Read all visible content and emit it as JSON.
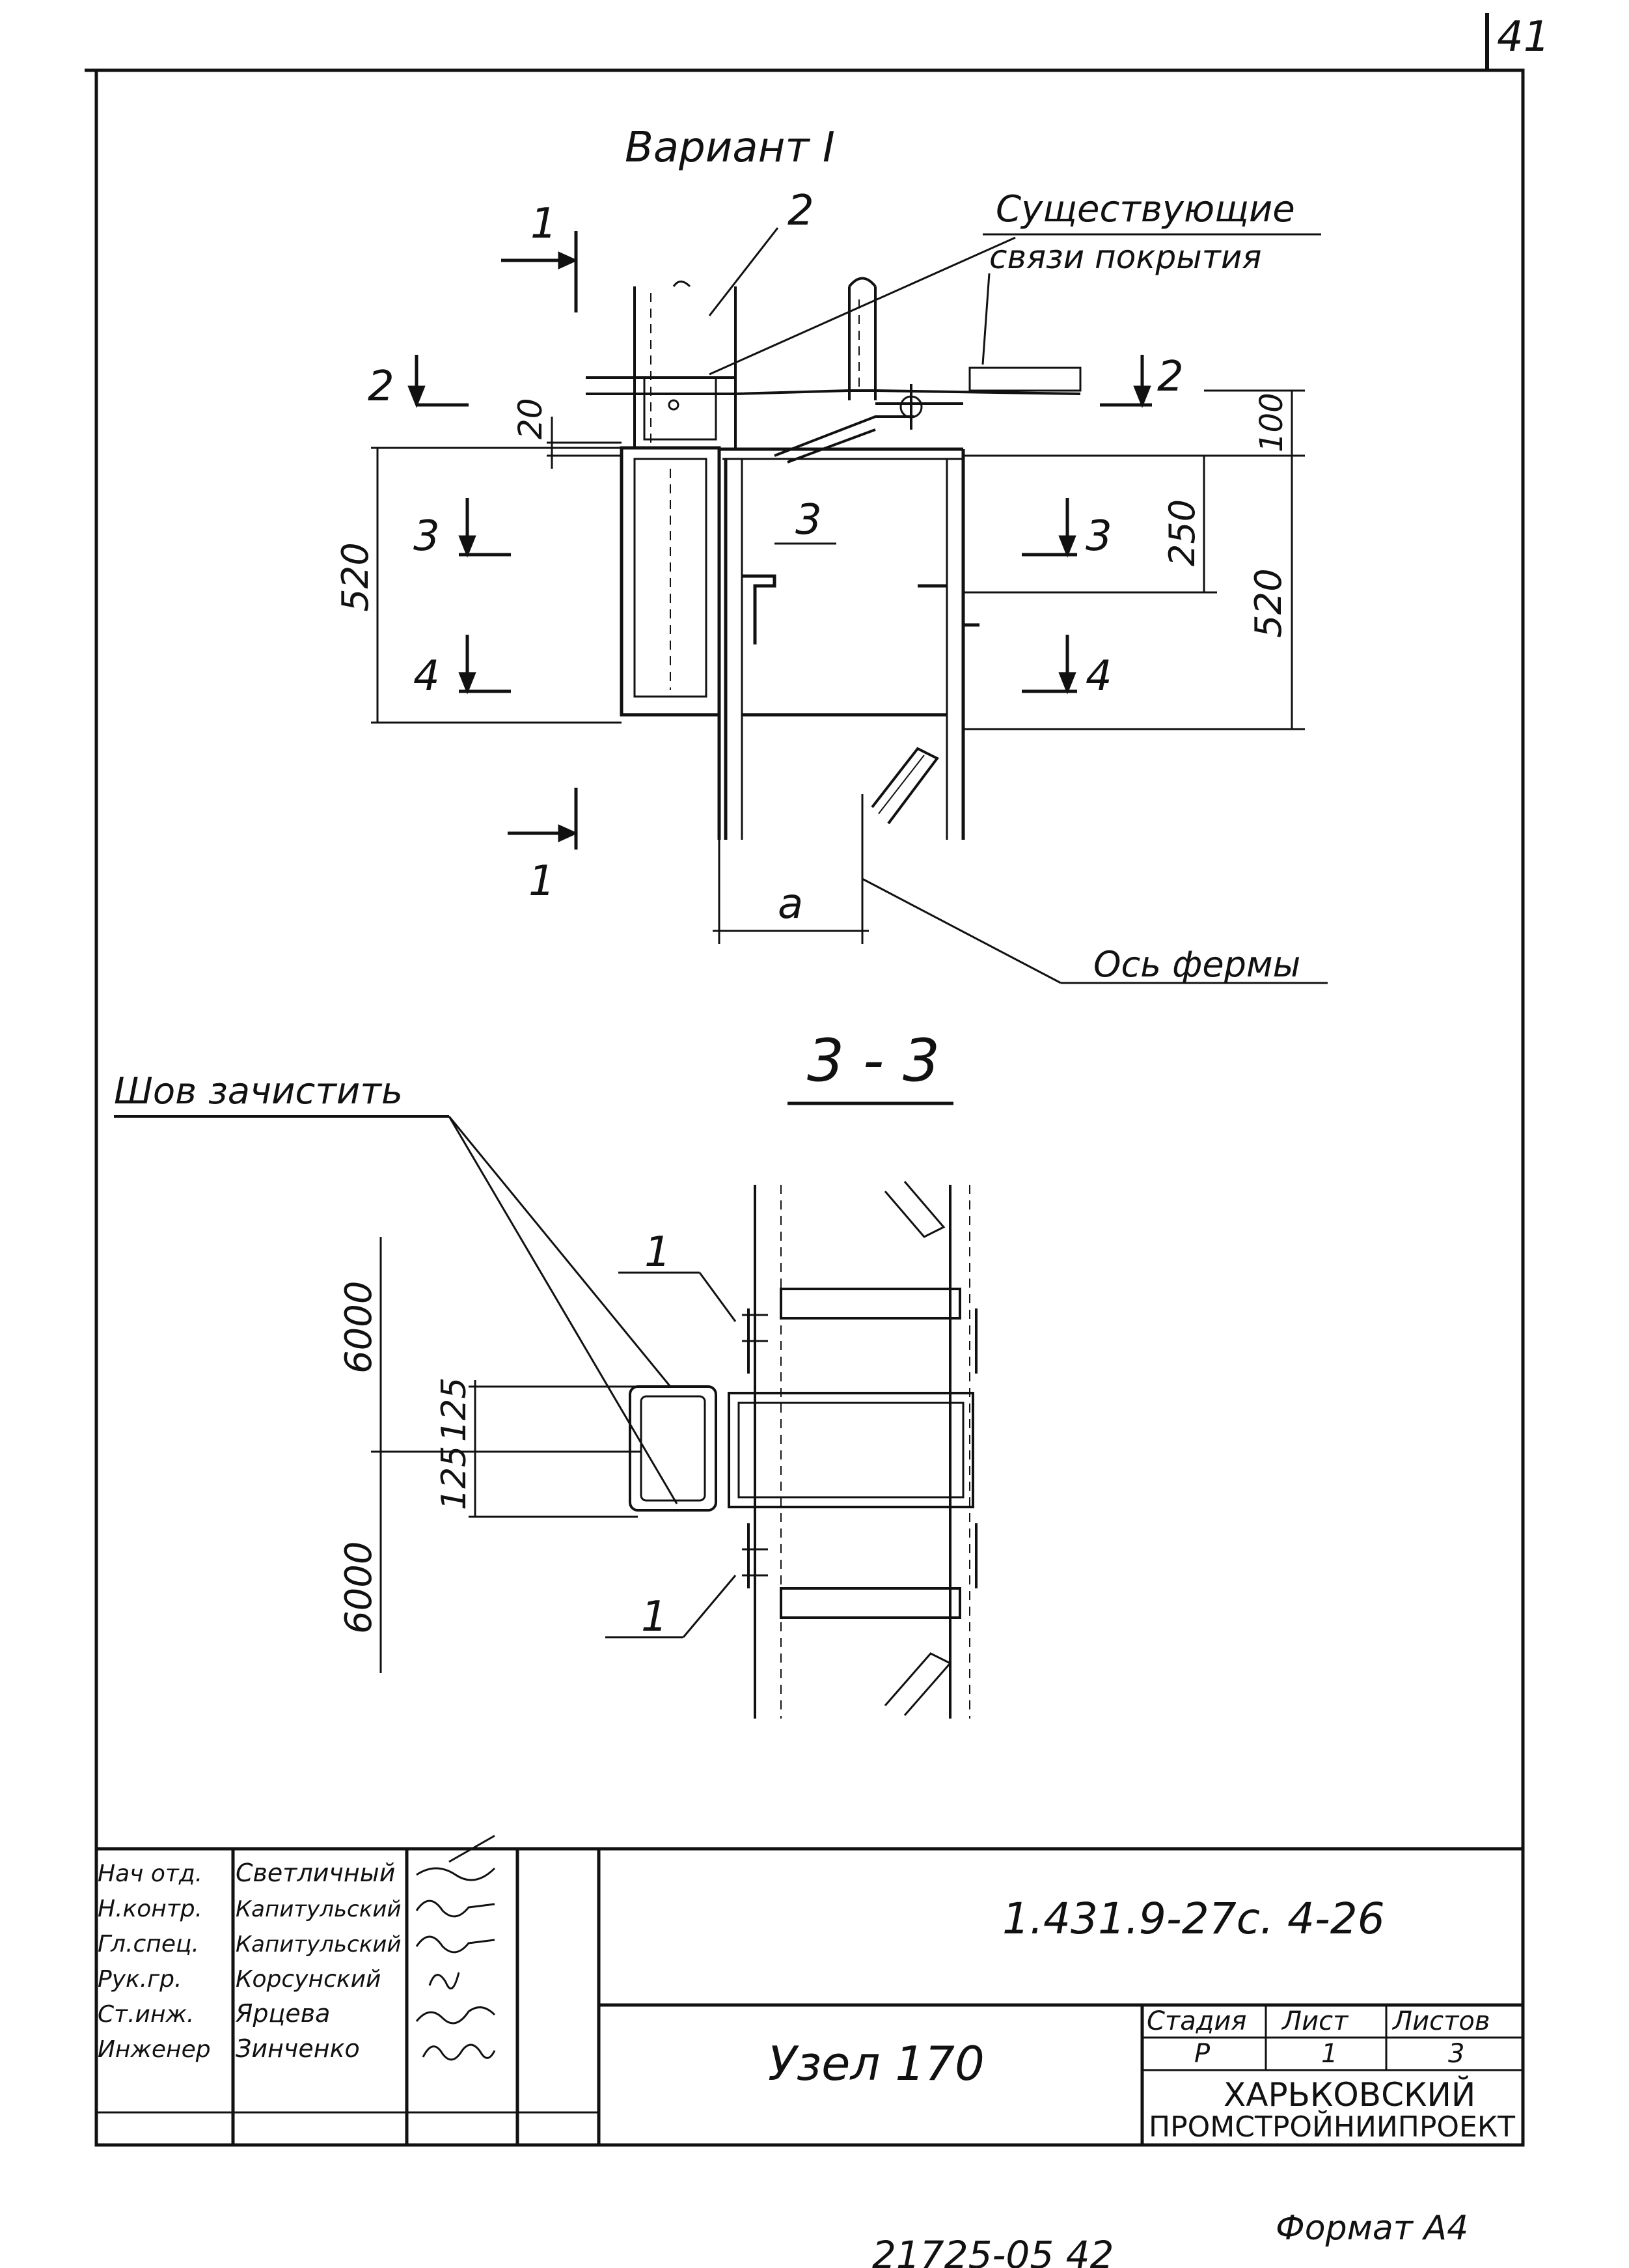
{
  "page_number": "41",
  "variant_title": "Вариант I",
  "existing_bracing_line1": "Существующие",
  "existing_bracing_line2": "связи покрытия",
  "truss_axis": "Ось фермы",
  "section_title": "3 - 3",
  "weld_note": "Шов зачистить",
  "dimensions": {
    "d20": "20",
    "d100": "100",
    "d250": "250",
    "d520_left": "520",
    "d520_right": "520",
    "d6000_top": "6000",
    "d6000_bottom": "6000",
    "d125_top": "125",
    "d125_bottom": "125",
    "a": "a"
  },
  "callouts": {
    "c1_top": "1",
    "c1_bottom": "1",
    "c2_top_left": "2",
    "c2_right": "2",
    "c2_label": "2",
    "c3_left": "3",
    "c3_right": "3",
    "c3_label": "3",
    "c4_left": "4",
    "c4_right": "4",
    "s1_top": "1",
    "s1_bottom": "1"
  },
  "title_block": {
    "roles": [
      "Нач отд.",
      "Н.контр.",
      "Гл.спец.",
      "Рук.гр.",
      "Ст.инж.",
      "Инженер"
    ],
    "names": [
      "Светличный",
      "Капитульский",
      "Капитульский",
      "Корсунский",
      "Ярцева",
      "Зинченко"
    ],
    "doc_code": "1.431.9-27с. 4-26",
    "node_name": "Узел 170",
    "stage_header": "Стадия",
    "sheet_header": "Лист",
    "sheets_header": "Листов",
    "stage_value": "Р",
    "sheet_value": "1",
    "sheets_value": "3",
    "org_line1": "Харьковский",
    "org_line2": "промстройниипроект"
  },
  "footer_code": "21725-05  42",
  "format_label": "Формат А4"
}
